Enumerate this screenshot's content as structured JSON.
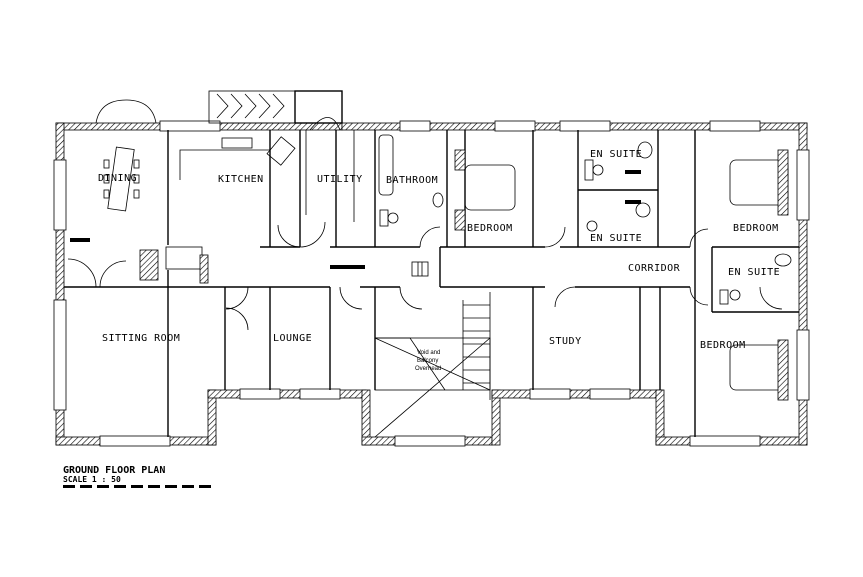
{
  "plan": {
    "title": "GROUND FLOOR PLAN",
    "scale": "SCALE 1 : 50",
    "void_note": [
      "Void and",
      "Balcony",
      "Overhead"
    ]
  },
  "rooms": {
    "dining": "DINING",
    "kitchen": "KITCHEN",
    "utility": "UTILITY",
    "bathroom": "BATHROOM",
    "bedroom_1": "BEDROOM",
    "en_suite_1": "EN SUITE",
    "en_suite_2": "EN SUITE",
    "bedroom_2": "BEDROOM",
    "corridor": "CORRIDOR",
    "en_suite_3": "EN SUITE",
    "bedroom_3": "BEDROOM",
    "sitting_room": "SITTING ROOM",
    "lounge": "LOUNGE",
    "study": "STUDY"
  }
}
